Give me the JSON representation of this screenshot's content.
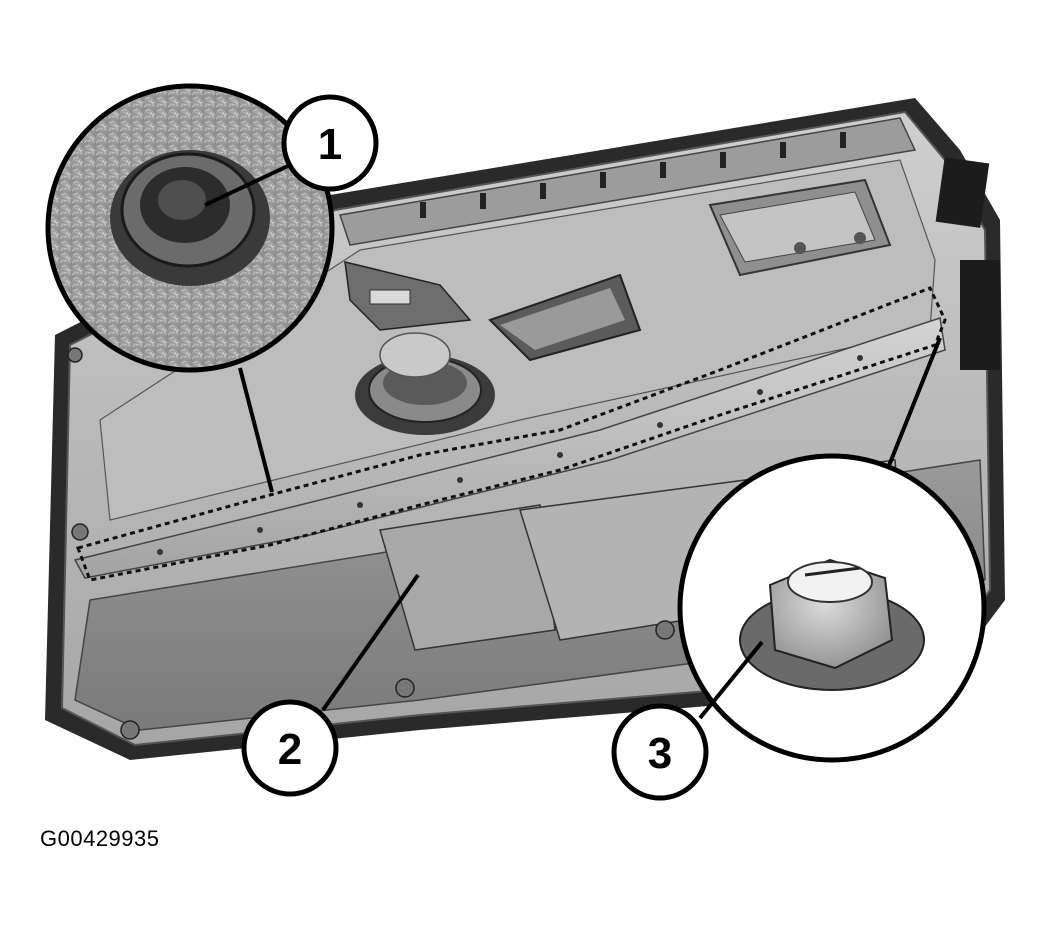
{
  "figure": {
    "id": "G00429935"
  },
  "callouts": [
    {
      "number": "1"
    },
    {
      "number": "2"
    },
    {
      "number": "3"
    }
  ]
}
